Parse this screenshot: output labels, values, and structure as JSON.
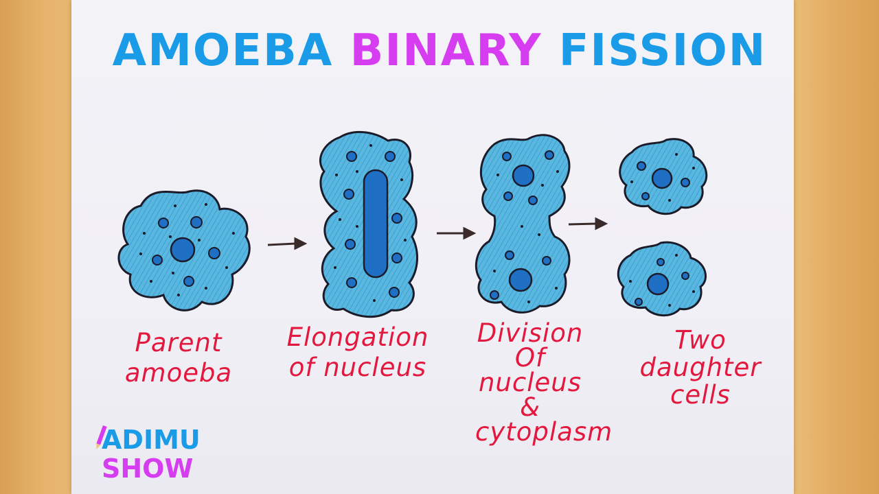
{
  "title": {
    "part1": "AMOEBA",
    "part2": "BINARY",
    "part3": "FISSION"
  },
  "colors": {
    "title_blue": "#1a9be8",
    "title_purple": "#d63cf0",
    "label_red": "#e3183e",
    "cell_fill": "#5ab8e0",
    "nucleus": "#1f6fc4",
    "outline": "#1b1b2a"
  },
  "stages": [
    {
      "lines": [
        "Parent",
        "amoeba"
      ]
    },
    {
      "lines": [
        "Elongation",
        "of nucleus"
      ]
    },
    {
      "lines": [
        "Division",
        "Of",
        "nucleus",
        "&",
        "cytoplasm"
      ]
    },
    {
      "lines": [
        "Two",
        "daughter",
        "cells"
      ]
    }
  ],
  "logo": {
    "line1": "ADIMU",
    "line2": "SHOW"
  },
  "icons": [
    "arrow-right-icon",
    "pencil-icon"
  ]
}
